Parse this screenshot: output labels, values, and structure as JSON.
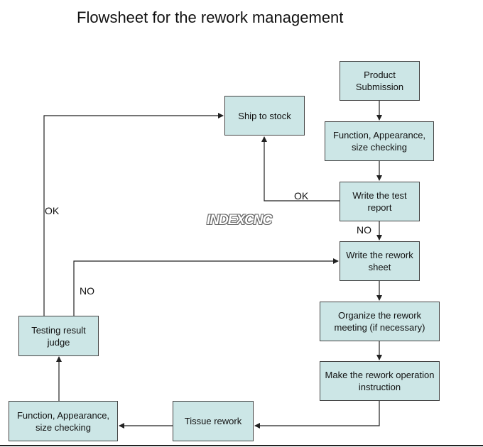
{
  "title": "Flowsheet for the rework management",
  "nodes": {
    "product_submission": "Product Submission",
    "function_check_top": "Function, Appearance, size checking",
    "ship_to_stock": "Ship to stock",
    "write_test_report": "Write the test report",
    "write_rework_sheet": "Write the rework sheet",
    "organize_meeting": "Organize the rework meeting (if necessary)",
    "make_instruction": "Make the rework operation instruction",
    "tissue_rework": "Tissue rework",
    "function_check_bottom": "Function, Appearance, size checking",
    "testing_result_judge": "Testing result judge"
  },
  "labels": {
    "ok_report": "OK",
    "no_report": "NO",
    "ok_judge": "OK",
    "no_judge": "NO"
  },
  "watermark": "INDEXCNC"
}
